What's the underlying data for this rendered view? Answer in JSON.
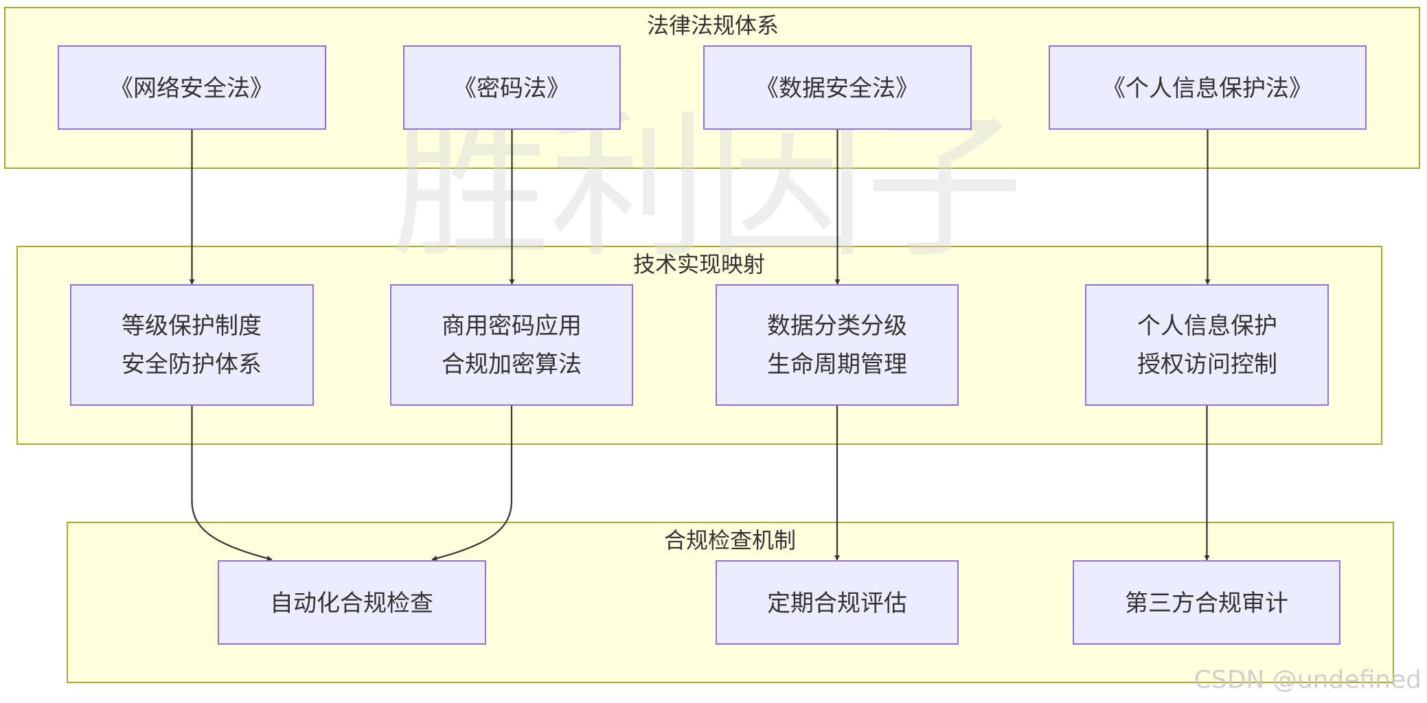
{
  "clusters": [
    {
      "id": "laws",
      "title": "法律法规体系"
    },
    {
      "id": "tech",
      "title": "技术实现映射"
    },
    {
      "id": "check",
      "title": "合规检查机制"
    }
  ],
  "nodes": {
    "law_cyber": {
      "lines": [
        "《网络安全法》"
      ]
    },
    "law_crypto": {
      "lines": [
        "《密码法》"
      ]
    },
    "law_data": {
      "lines": [
        "《数据安全法》"
      ]
    },
    "law_pipl": {
      "lines": [
        "《个人信息保护法》"
      ]
    },
    "tech_mlps": {
      "lines": [
        "等级保护制度",
        "安全防护体系"
      ]
    },
    "tech_crypto": {
      "lines": [
        "商用密码应用",
        "合规加密算法"
      ]
    },
    "tech_data": {
      "lines": [
        "数据分类分级",
        "生命周期管理"
      ]
    },
    "tech_pi": {
      "lines": [
        "个人信息保护",
        "授权访问控制"
      ]
    },
    "check_auto": {
      "lines": [
        "自动化合规检查"
      ]
    },
    "check_periodic": {
      "lines": [
        "定期合规评估"
      ]
    },
    "check_audit": {
      "lines": [
        "第三方合规审计"
      ]
    }
  },
  "edges": [
    {
      "from": "law_cyber",
      "to": "tech_mlps"
    },
    {
      "from": "law_crypto",
      "to": "tech_crypto"
    },
    {
      "from": "law_data",
      "to": "tech_data"
    },
    {
      "from": "law_pipl",
      "to": "tech_pi"
    },
    {
      "from": "tech_mlps",
      "to": "check_auto"
    },
    {
      "from": "tech_crypto",
      "to": "check_auto"
    },
    {
      "from": "tech_data",
      "to": "check_periodic"
    },
    {
      "from": "tech_pi",
      "to": "check_audit"
    }
  ],
  "watermark": {
    "center_text": "胜利因子",
    "corner_text": "CSDN @undefined"
  },
  "colors": {
    "cluster_fill": "#ffffde",
    "cluster_stroke": "#aaaa33",
    "node_fill": "#ececff",
    "node_stroke": "#9370db",
    "edge": "#333333"
  }
}
